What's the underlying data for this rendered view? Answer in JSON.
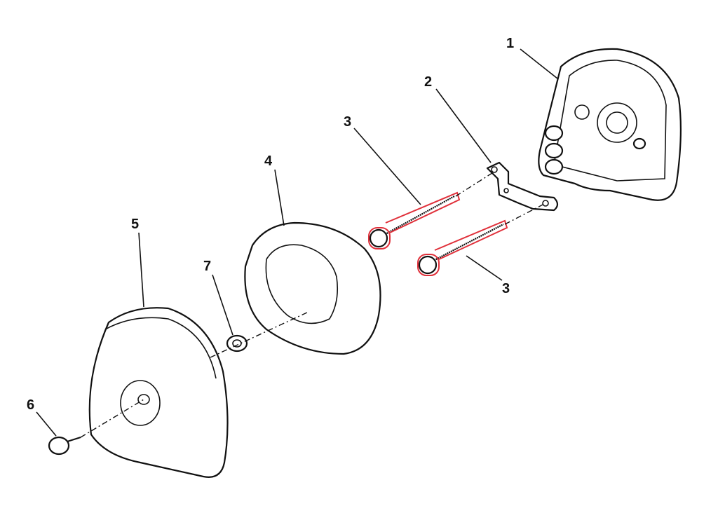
{
  "diagram": {
    "callouts": [
      {
        "id": "label-1",
        "text": "1"
      },
      {
        "id": "label-2",
        "text": "2"
      },
      {
        "id": "label-3a",
        "text": "3"
      },
      {
        "id": "label-4",
        "text": "4"
      },
      {
        "id": "label-5",
        "text": "5"
      },
      {
        "id": "label-7",
        "text": "7"
      },
      {
        "id": "label-3b",
        "text": "3"
      },
      {
        "id": "label-6",
        "text": "6"
      }
    ],
    "highlight_color": "#e0303a"
  }
}
